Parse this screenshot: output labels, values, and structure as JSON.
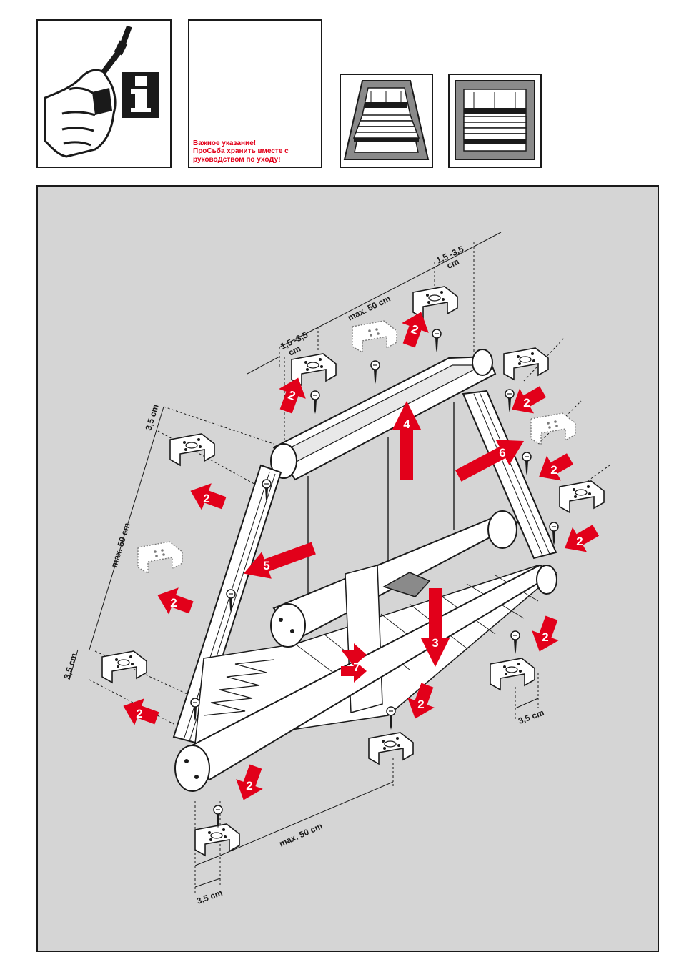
{
  "note": {
    "line1": "Важное указание!",
    "line2": "ПроСьба хранить вместе с",
    "line3": "руковоДством по ухоДу!"
  },
  "icons": [
    "screwdriver-hand-icon",
    "info-icon",
    "trapezoid-window-icon",
    "rectangle-window-icon"
  ],
  "colors": {
    "accent_red": "#e2001a",
    "panel_bg": "#d5d5d5",
    "line": "#1a1a1a"
  },
  "dimensions": {
    "top_left_offset": [
      "1,5 -3,5",
      "cm"
    ],
    "top_right_offset": [
      "1,5 -3,5",
      "cm"
    ],
    "top_max": "max. 50 cm",
    "left_top_offset": "3,5 cm",
    "left_max": "max. 50 cm",
    "left_bottom_offset": "3,5 cm",
    "bottom_max": "max. 50 cm",
    "bottom_offset": "3,5 cm",
    "right_offset": "3,5 cm"
  },
  "steps": {
    "s2": "2",
    "s3": "3",
    "s4": "4",
    "s5": "5",
    "s6": "6",
    "s7": "7"
  }
}
